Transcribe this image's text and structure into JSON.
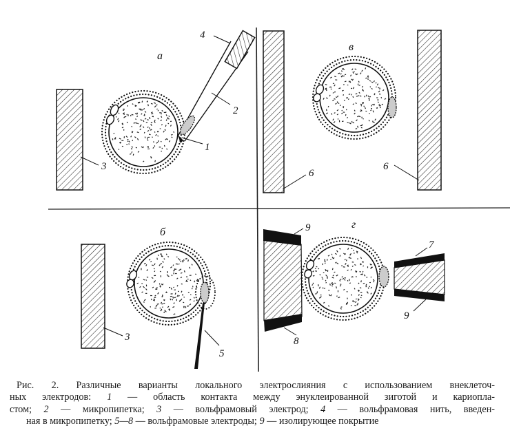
{
  "figure": {
    "panels": {
      "a": {
        "label": "а",
        "callouts": {
          "n4": "4",
          "n2": "2",
          "n1": "1",
          "n3": "3"
        }
      },
      "v": {
        "label": "в",
        "callouts": {
          "n6_left": "6",
          "n6_right": "6"
        }
      },
      "b": {
        "label": "б",
        "callouts": {
          "n3": "3",
          "n5": "5"
        }
      },
      "g": {
        "label": "г",
        "callouts": {
          "n9_top": "9",
          "n8": "8",
          "n7": "7",
          "n9_bottom": "9"
        }
      }
    }
  },
  "caption": {
    "line1": "Рис. 2. Различные варианты локального электрослияния с использованием внеклеточ-",
    "line2": {
      "pre": "ных электродов: ",
      "n1": "1",
      "t1": " — область контакта между энуклеированной зиготой и кариопла-"
    },
    "line3": {
      "pre": "стом; ",
      "n2": "2",
      "t2": " — микропипетка; ",
      "n3": "3",
      "t3": " — вольфрамовый электрод; ",
      "n4": "4",
      "t4": " — вольфрамовая нить, введен-"
    },
    "line4": {
      "pre": "ная в микропипетку; ",
      "n58": "5—8",
      "t58": " — вольфрамовые электроды; ",
      "n9": "9",
      "t9": " — изолирующее покрытие"
    }
  }
}
